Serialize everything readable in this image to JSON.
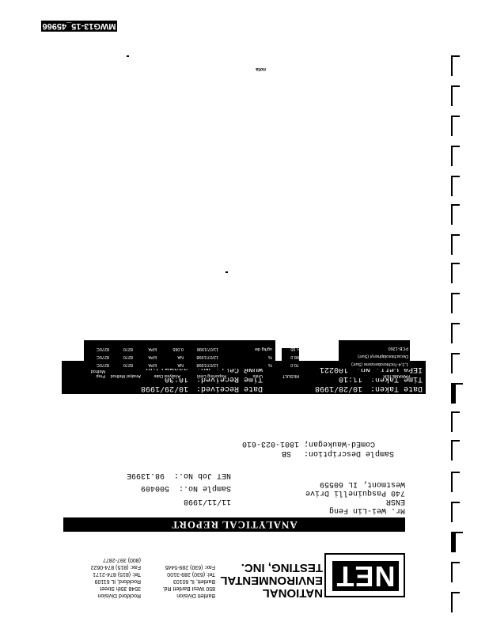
{
  "doc_id": "MWG13-15_45966",
  "page_mark": "nota",
  "company": {
    "logo": "NET",
    "name_line1": "NATIONAL",
    "name_line2": "ENVIRONMENTAL",
    "name_line3": "TESTING, INC.",
    "divisions": [
      {
        "name": "Bartlett Division",
        "address1": "850 West Bartlett Rd.",
        "address2": "Bartlett, IL 60103",
        "tel": "Tel: (630) 289-3100",
        "fax": "Fax: (630) 289-5445"
      },
      {
        "name": "Rockford Division",
        "address1": "3548 35th Street",
        "address2": "Rockford, IL 61109",
        "tel": "Tel: (815) 874-2171",
        "fax": "Fax: (815) 874-0622",
        "phone2": "(800) 397-2877"
      }
    ]
  },
  "report_title": "ANALYTICAL REPORT",
  "recipient": {
    "line1": "Mr. Wei-Lin Feng",
    "line2": "ENSR",
    "line3": "740 Pasquinelli Drive",
    "line4": "Westmont, IL 60559"
  },
  "report_date": "11/11/1998",
  "net_job_label": "NET Job No.:",
  "net_job_value": "98.1399E",
  "sample_no_label": "Sample No.:",
  "sample_no_value": "500409",
  "sample_description_label": "Sample Description:",
  "sample_description_value": "SB",
  "sample_location": "ComEd-Waukegan; 1801-023-610",
  "date_taken_label": "Date Taken:",
  "date_taken_value": "10/28/1998",
  "time_taken_label": "Time Taken:",
  "time_taken_value": "11:10",
  "date_received_label": "Date Received:",
  "date_received_value": "10/29/1998",
  "time_received_label": "Time Received:",
  "time_received_value": "10:30",
  "iepa_label": "IEPA Cert. No.",
  "iepa_value": "100221",
  "wdnr_label": "WDNR Cert. No.",
  "wdnr_value": "999447130",
  "table": {
    "headers": [
      "PARAMETER",
      "RESULT",
      "Units",
      "Reporting Limit",
      "Analysis Date",
      "Analyst",
      "Method",
      "Prep Method"
    ],
    "rows": [
      [
        "1,2,4-Trichlorobenzene (Surr)",
        "70.0",
        "%",
        "12/07/1998",
        "NA",
        "EPA",
        "8270",
        "8270C"
      ],
      [
        "Decachlorobiphenyl (Surr)",
        "88.0",
        "%",
        "12/07/1998",
        "NA",
        "EPA",
        "8270",
        "8270C"
      ],
      [
        "PCB-1260",
        "< 65",
        "ug/kg dw",
        "11/07/1998",
        "0.065",
        "EPA",
        "8270",
        "8270C"
      ]
    ]
  }
}
